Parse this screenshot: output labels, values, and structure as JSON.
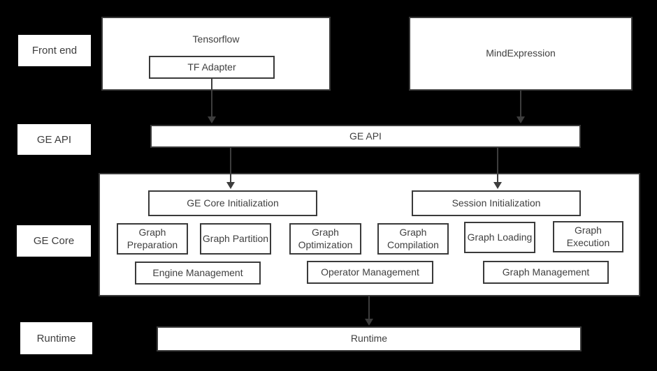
{
  "colors": {
    "background": "#000000",
    "box_fill": "#ffffff",
    "box_border": "#3a3a3a",
    "text": "#404040",
    "arrow": "#3d3d3d"
  },
  "layer_labels": {
    "front_end": "Front end",
    "ge_api": "GE API",
    "ge_core": "GE Core",
    "runtime": "Runtime"
  },
  "front_end": {
    "tensorflow": "Tensorflow",
    "tf_adapter": "TF Adapter",
    "mindexpression": "MindExpression"
  },
  "ge_api": {
    "bar": "GE API"
  },
  "ge_core": {
    "ge_core_initialization": "GE Core Initialization",
    "session_initialization": "Session Initialization",
    "modules": [
      "Graph Preparation",
      "Graph Partition",
      "Graph Optimization",
      "Graph Compilation",
      "Graph Loading",
      "Graph Execution"
    ],
    "management": [
      "Engine Management",
      "Operator Management",
      "Graph Management"
    ]
  },
  "runtime": {
    "bar": "Runtime"
  }
}
